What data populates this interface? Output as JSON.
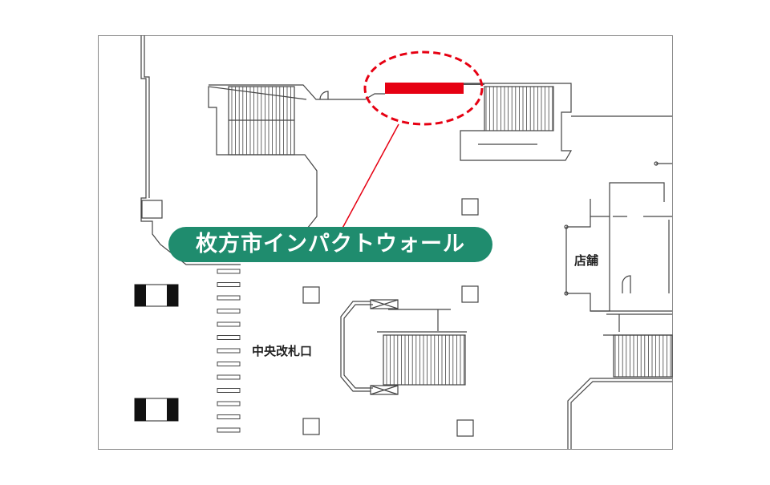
{
  "labels": {
    "impact_wall": "枚方市インパクトウォール",
    "central_gate": "中央改札口",
    "shop": "店舗"
  },
  "colors": {
    "highlight_red": "#e60012",
    "label_green": "#1f8c6e",
    "wall": "#444444"
  }
}
